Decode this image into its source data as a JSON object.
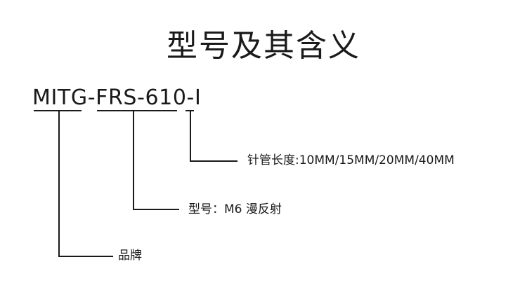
{
  "title": "型号及其含义",
  "model_code": "MITG-FRS-610-I",
  "labels": {
    "length": "针管长度:10MM/15MM/20MM/40MM",
    "model": "型号：M6 漫反射",
    "brand": "品牌"
  }
}
